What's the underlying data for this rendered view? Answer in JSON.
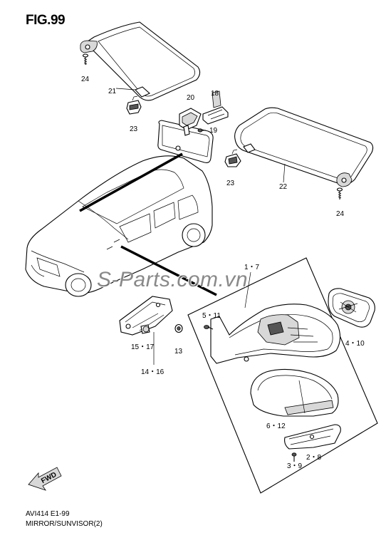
{
  "figure": {
    "title": "FIG.99",
    "code": "AVI414 E1-99",
    "description": "MIRROR/SUNVISOR(2)"
  },
  "watermark": "S-Parts.com.vn",
  "fwd_label": "FWD",
  "callouts": [
    {
      "id": "c24a",
      "text": "24"
    },
    {
      "id": "c21",
      "text": "21"
    },
    {
      "id": "c20",
      "text": "20"
    },
    {
      "id": "c18",
      "text": "18"
    },
    {
      "id": "c23a",
      "text": "23"
    },
    {
      "id": "c19",
      "text": "19"
    },
    {
      "id": "c23b",
      "text": "23"
    },
    {
      "id": "c22",
      "text": "22"
    },
    {
      "id": "c24b",
      "text": "24"
    },
    {
      "id": "c17",
      "text": "1・7"
    },
    {
      "id": "c511",
      "text": "5・11"
    },
    {
      "id": "c410",
      "text": "4・10"
    },
    {
      "id": "c1517",
      "text": "15・17"
    },
    {
      "id": "c13",
      "text": "13"
    },
    {
      "id": "c1416",
      "text": "14・16"
    },
    {
      "id": "c612",
      "text": "6・12"
    },
    {
      "id": "c28",
      "text": "2・8"
    },
    {
      "id": "c39",
      "text": "3・9"
    }
  ]
}
